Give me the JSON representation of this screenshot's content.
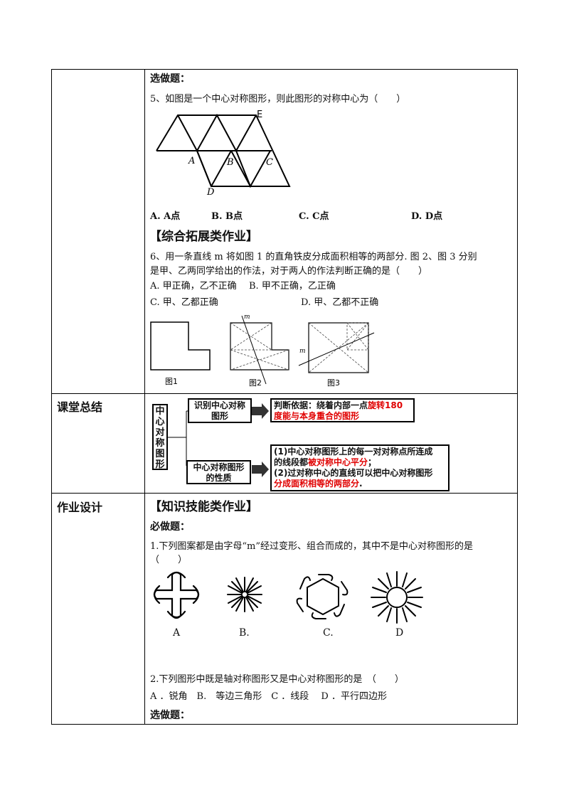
{
  "row1": {
    "optional_title": "选做题：",
    "q5_text": "5、如图是一个中心对称图形，则此图形的对称中心为（　　）",
    "q5_labels": {
      "E": "E",
      "A": "A",
      "B": "B",
      "C": "C",
      "D": "D"
    },
    "q5_options": [
      "A. A点",
      "B. B点",
      "C. C点",
      "D. D点"
    ],
    "ext_title": "【综合拓展类作业】",
    "q6_line1": "6、用一条直线 m 将如图 1 的直角铁皮分成面积相等的两部分. 图 2、图 3 分别",
    "q6_line2": "是甲、乙两同学给出的作法，对于两人的作法判断正确的是（　　）",
    "q6_opt_a": "A. 甲正确，乙不正确",
    "q6_opt_b": "B. 甲不正确，乙正确",
    "q6_opt_c": "C. 甲、乙都正确",
    "q6_opt_d": "D. 甲、乙都不正确",
    "fig_labels": [
      "图1",
      "图2",
      "图3"
    ],
    "m_label": "m"
  },
  "row2": {
    "label": "课堂总结",
    "main_box": [
      "中",
      "心",
      "对",
      "称",
      "图",
      "形"
    ],
    "identify_line1": "识别中心对称",
    "identify_line2": "图形",
    "criteria_prefix": "判断依据：绕着内部一点",
    "criteria_red1": "旋转180",
    "criteria_red2": "度能与本身重合的图形",
    "property_line1": "中心对称图形",
    "property_line2": "的性质",
    "prop_p1": "(1)中心对称图形上的每一对对称点所连成",
    "prop_p2a": "的线段都",
    "prop_p2b": "被对称中心平分",
    "prop_p2c": "；",
    "prop_p3": "(2)过对称中心的直线可以把中心对称图形",
    "prop_p4a": "分成面积相等的两部分",
    "prop_p4b": "."
  },
  "row3": {
    "label": "作业设计",
    "skill_title": "【知识技能类作业】",
    "required_title": "必做题：",
    "q1_line1": "1.下列图案都是由字母“m”经过变形、组合而成的，其中不是中心对称图形的是",
    "q1_line2": "（　　）",
    "q1_options": [
      "A",
      "B.",
      "C.",
      "D"
    ],
    "q2_text": "2.下列图形中既是轴对称图形又是中心对称图形的是　（　　）",
    "q2_options": "A ．锐角　B.　等边三角形　C ．线段　 D ．平行四边形",
    "optional_title2": "选做题："
  }
}
